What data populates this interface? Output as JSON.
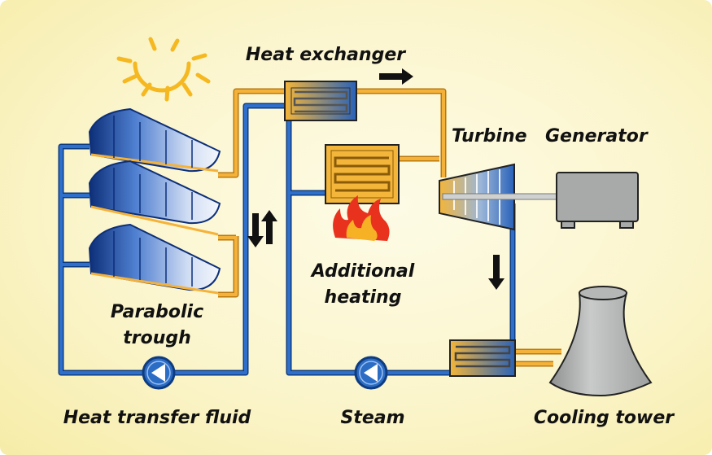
{
  "labels": {
    "heat_exchanger": "Heat exchanger",
    "turbine": "Turbine",
    "generator": "Generator",
    "additional_heating_1": "Additional",
    "additional_heating_2": "heating",
    "parabolic_trough_1": "Parabolic",
    "parabolic_trough_2": "trough",
    "heat_transfer_fluid": "Heat transfer fluid",
    "steam": "Steam",
    "cooling_tower": "Cooling tower"
  },
  "colors": {
    "hot_pipe": "#f5b23a",
    "cold_pipe": "#1f5fb4",
    "background": "#fbf5cc",
    "pump": "#2b6cc4",
    "sun": "#f5b820",
    "fire": "#e8321e",
    "machine_gray": "#a8aaaa"
  },
  "icons": [
    "sun-icon",
    "parabolic-trough-icon",
    "heat-exchanger-icon",
    "boiler-icon",
    "flame-icon",
    "turbine-icon",
    "generator-icon",
    "cooling-tower-icon",
    "pump-icon",
    "flow-arrow-icon"
  ]
}
